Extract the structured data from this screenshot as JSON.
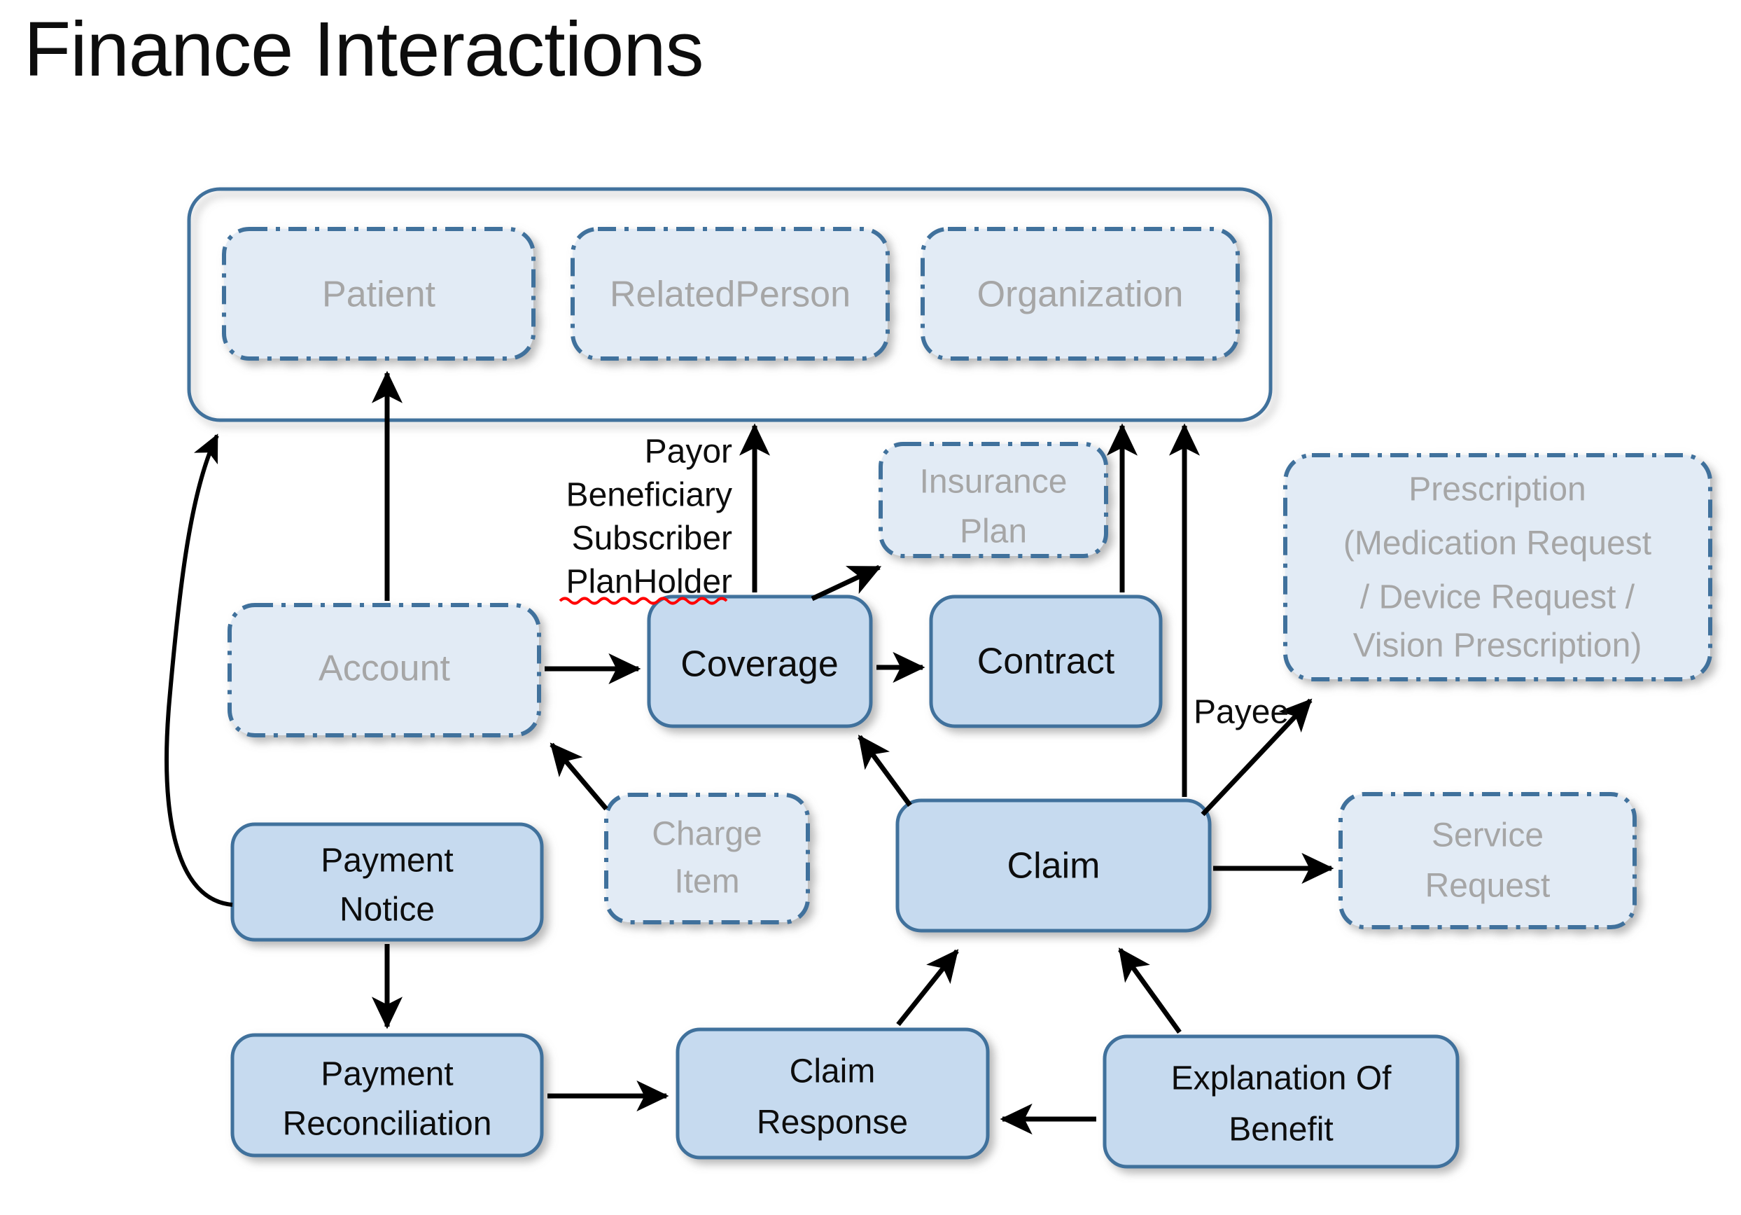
{
  "page": {
    "title": "Finance Interactions",
    "background_color": "#ffffff"
  },
  "colors": {
    "solid_fill": "#c6daef",
    "reference_fill": "#e2ebf5",
    "border": "#41719c",
    "solid_text": "#0d0d0d",
    "reference_text": "#a6a6a6",
    "connector": "#000000",
    "spellcheck_underline": "#ff0000"
  },
  "group": {
    "name": "actors-group",
    "members": [
      {
        "id": "patient",
        "label": "Patient",
        "style": "reference"
      },
      {
        "id": "related-person",
        "label": "RelatedPerson",
        "style": "reference"
      },
      {
        "id": "organization",
        "label": "Organization",
        "style": "reference"
      }
    ]
  },
  "nodes": [
    {
      "id": "account",
      "lines": [
        "Account"
      ],
      "style": "reference"
    },
    {
      "id": "insurance-plan",
      "lines": [
        "Insurance",
        "Plan"
      ],
      "style": "reference"
    },
    {
      "id": "prescription",
      "lines": [
        "Prescription",
        "(Medication Request",
        "/ Device Request /",
        "Vision Prescription)"
      ],
      "style": "reference"
    },
    {
      "id": "coverage",
      "lines": [
        "Coverage"
      ],
      "style": "solid"
    },
    {
      "id": "contract",
      "lines": [
        "Contract"
      ],
      "style": "solid"
    },
    {
      "id": "charge-item",
      "lines": [
        "Charge",
        "Item"
      ],
      "style": "reference"
    },
    {
      "id": "claim",
      "lines": [
        "Claim"
      ],
      "style": "solid"
    },
    {
      "id": "service-request",
      "lines": [
        "Service",
        "Request"
      ],
      "style": "reference"
    },
    {
      "id": "payment-notice",
      "lines": [
        "Payment",
        "Notice"
      ],
      "style": "solid"
    },
    {
      "id": "payment-reconciliation",
      "lines": [
        "Payment",
        "Reconciliation"
      ],
      "style": "solid"
    },
    {
      "id": "claim-response",
      "lines": [
        "Claim",
        "Response"
      ],
      "style": "solid"
    },
    {
      "id": "explanation-of-benefit",
      "lines": [
        "Explanation Of",
        "Benefit"
      ],
      "style": "solid"
    }
  ],
  "edge_labels": {
    "coverage_to_actors": [
      "Payor",
      "Beneficiary",
      "Subscriber",
      "PlanHolder"
    ],
    "claim_to_prescription": "Payee"
  },
  "edges": [
    {
      "from": "account",
      "to": "coverage",
      "type": "straight-arrow"
    },
    {
      "from": "account",
      "to": "patient",
      "type": "straight-arrow"
    },
    {
      "from": "coverage",
      "to": "actors-group",
      "type": "straight-arrow",
      "label": "Payor Beneficiary Subscriber PlanHolder"
    },
    {
      "from": "coverage",
      "to": "insurance-plan",
      "type": "diagonal-arrow"
    },
    {
      "from": "coverage",
      "to": "contract",
      "type": "straight-arrow"
    },
    {
      "from": "contract",
      "to": "actors-group",
      "type": "straight-arrow"
    },
    {
      "from": "claim",
      "to": "actors-group",
      "type": "straight-arrow"
    },
    {
      "from": "claim",
      "to": "coverage",
      "type": "diagonal-arrow"
    },
    {
      "from": "claim",
      "to": "prescription",
      "type": "diagonal-arrow",
      "label": "Payee"
    },
    {
      "from": "claim",
      "to": "service-request",
      "type": "straight-arrow"
    },
    {
      "from": "charge-item",
      "to": "account",
      "type": "diagonal-arrow"
    },
    {
      "from": "payment-notice",
      "to": "actors-group",
      "type": "curved-arrow"
    },
    {
      "from": "payment-notice",
      "to": "payment-reconciliation",
      "type": "straight-arrow"
    },
    {
      "from": "payment-reconciliation",
      "to": "claim-response",
      "type": "straight-arrow"
    },
    {
      "from": "claim-response",
      "to": "claim",
      "type": "diagonal-arrow"
    },
    {
      "from": "explanation-of-benefit",
      "to": "claim",
      "type": "diagonal-arrow"
    },
    {
      "from": "explanation-of-benefit",
      "to": "claim-response",
      "type": "straight-arrow"
    }
  ]
}
